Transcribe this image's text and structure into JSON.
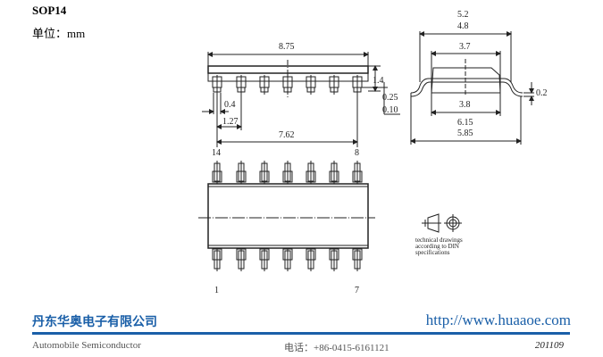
{
  "header": {
    "title": "SOP14",
    "unit": "单位：mm"
  },
  "drawing": {
    "front": {
      "length": "8.75",
      "height": "1.4",
      "standoff_max": "0.25",
      "standoff_min": "0.10",
      "lead_width": "0.4",
      "pitch": "1.27",
      "span": "7.62"
    },
    "side": {
      "width_max": "5.2",
      "width_min": "4.8",
      "top_width": "3.7",
      "body_width": "3.8",
      "overall_max": "6.15",
      "overall_min": "5.85",
      "lead_thickness": "0.2"
    },
    "top": {
      "pin_14": "14",
      "pin_8": "8",
      "pin_1": "1",
      "pin_7": "7"
    },
    "din_note": [
      "technical drawings",
      "according to DIN",
      "specifications"
    ]
  },
  "footer": {
    "company": "丹东华奥电子有限公司",
    "url": "http://www.huaaoe.com",
    "tagline": "Automobile Semiconductor",
    "phone": "电话：+86-0415-6161121",
    "date": "201109",
    "accent": "#1a5fa8"
  }
}
